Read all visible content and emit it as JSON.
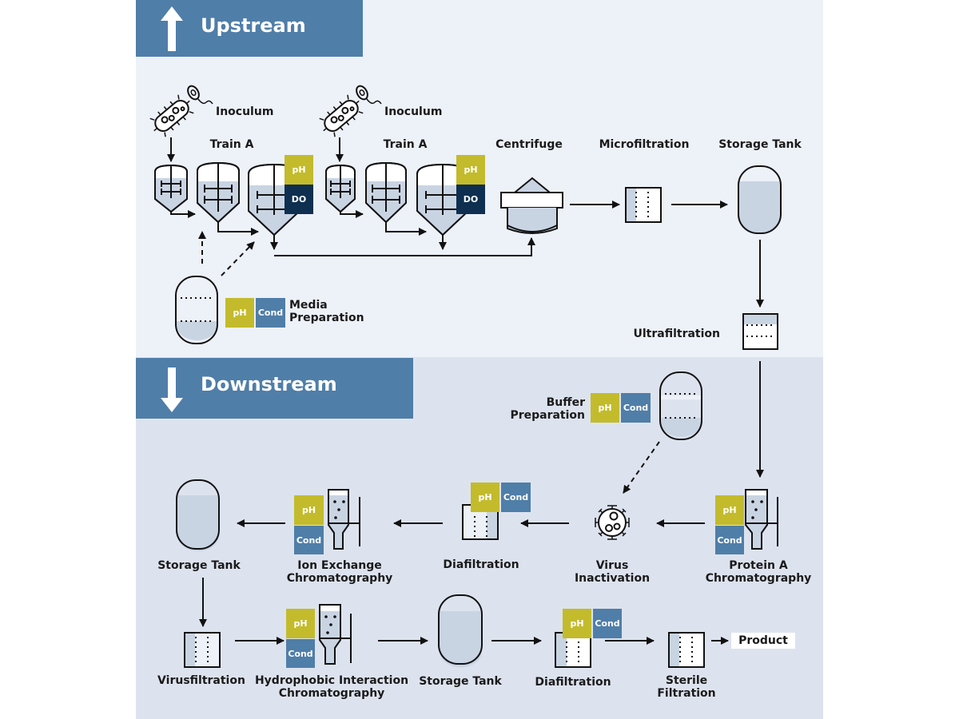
{
  "sections": {
    "upstream": {
      "title": "Upstream",
      "icon": "arrow-up-icon"
    },
    "downstream": {
      "title": "Downstream",
      "icon": "arrow-down-icon"
    }
  },
  "badges": {
    "ph": "pH",
    "do": "DO",
    "cond": "Cond"
  },
  "colors": {
    "ph": "#c3bb2c",
    "cond": "#4f7ea8",
    "do": "#0e2f50",
    "band": "#4f7ea8",
    "liquid": "#c9d4e3"
  },
  "upstream": {
    "inoculum_1": "Inoculum",
    "inoculum_2": "Inoculum",
    "train_1": "Train A",
    "train_2": "Train A",
    "centrifuge": "Centrifuge",
    "microfiltration": "Microfiltration",
    "storage_tank": "Storage Tank",
    "ultrafiltration": "Ultrafiltration",
    "media_prep_line1": "Media",
    "media_prep_line2": "Preparation"
  },
  "downstream": {
    "buffer_prep_line1": "Buffer",
    "buffer_prep_line2": "Preparation",
    "protein_a_line1": "Protein A",
    "protein_a_line2": "Chromatography",
    "virus_inact_line1": "Virus",
    "virus_inact_line2": "Inactivation",
    "diafiltration_1": "Diafiltration",
    "ion_exchange_line1": "Ion Exchange",
    "ion_exchange_line2": "Chromatography",
    "storage_tank_1": "Storage Tank",
    "virusfiltration": "Virusfiltration",
    "hic_line1": "Hydrophobic Interaction",
    "hic_line2": "Chromatography",
    "storage_tank_2": "Storage Tank",
    "diafiltration_2": "Diafiltration",
    "sterile_line1": "Sterile",
    "sterile_line2": "Filtration",
    "product": "Product"
  }
}
